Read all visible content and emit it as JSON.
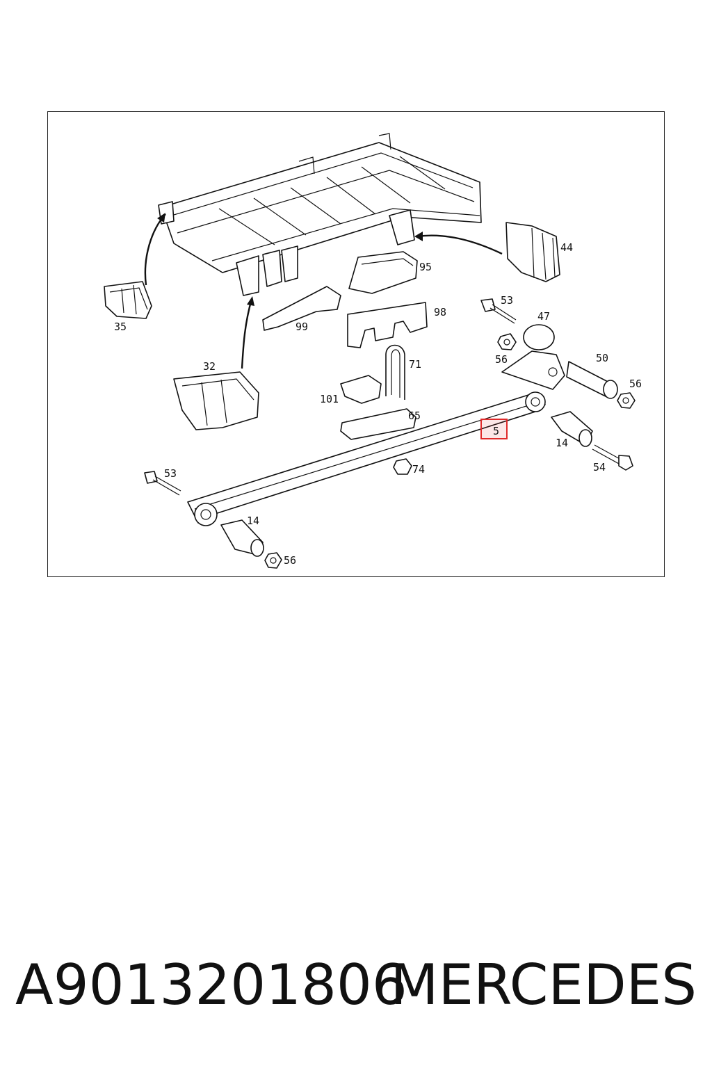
{
  "diagram": {
    "callouts": {
      "c53a": "53",
      "c47": "47",
      "c56a": "56",
      "c50": "50",
      "c56b": "56",
      "c44": "44",
      "c95": "95",
      "c98": "98",
      "c99": "99",
      "c35": "35",
      "c32": "32",
      "c71": "71",
      "c101": "101",
      "c65": "65",
      "c5": "5",
      "c14a": "14",
      "c54": "54",
      "c74": "74",
      "c53b": "53",
      "c14b": "14",
      "c56c": "56"
    },
    "highlighted_part": "5",
    "highlight_color": "#e02a2a"
  },
  "footer": {
    "part_number": "A9013201806",
    "brand": "MERCEDES"
  }
}
